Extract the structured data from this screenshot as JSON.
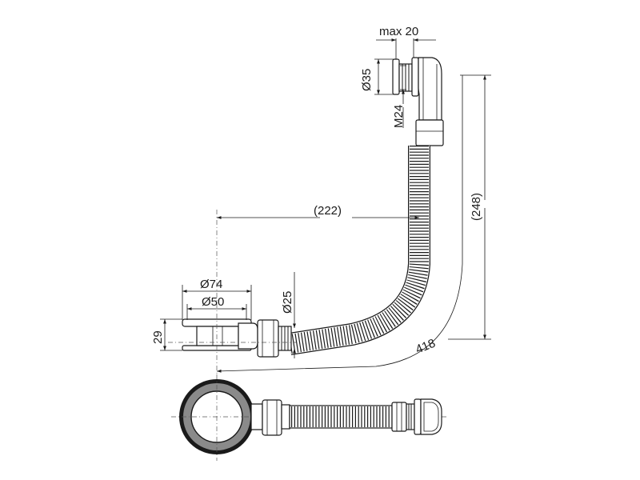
{
  "dimensions": {
    "max_thickness": "max 20",
    "overflow_diameter": "Ø35",
    "overflow_thread": "M24",
    "hose_height": "(248)",
    "hose_horizontal": "(222)",
    "outlet_outer_diameter": "Ø74",
    "outlet_inner_diameter": "Ø50",
    "outlet_height": "29",
    "outlet_pipe_diameter": "Ø25",
    "hose_length": "418"
  },
  "colors": {
    "line": "#1a1a1a",
    "background": "#ffffff"
  }
}
